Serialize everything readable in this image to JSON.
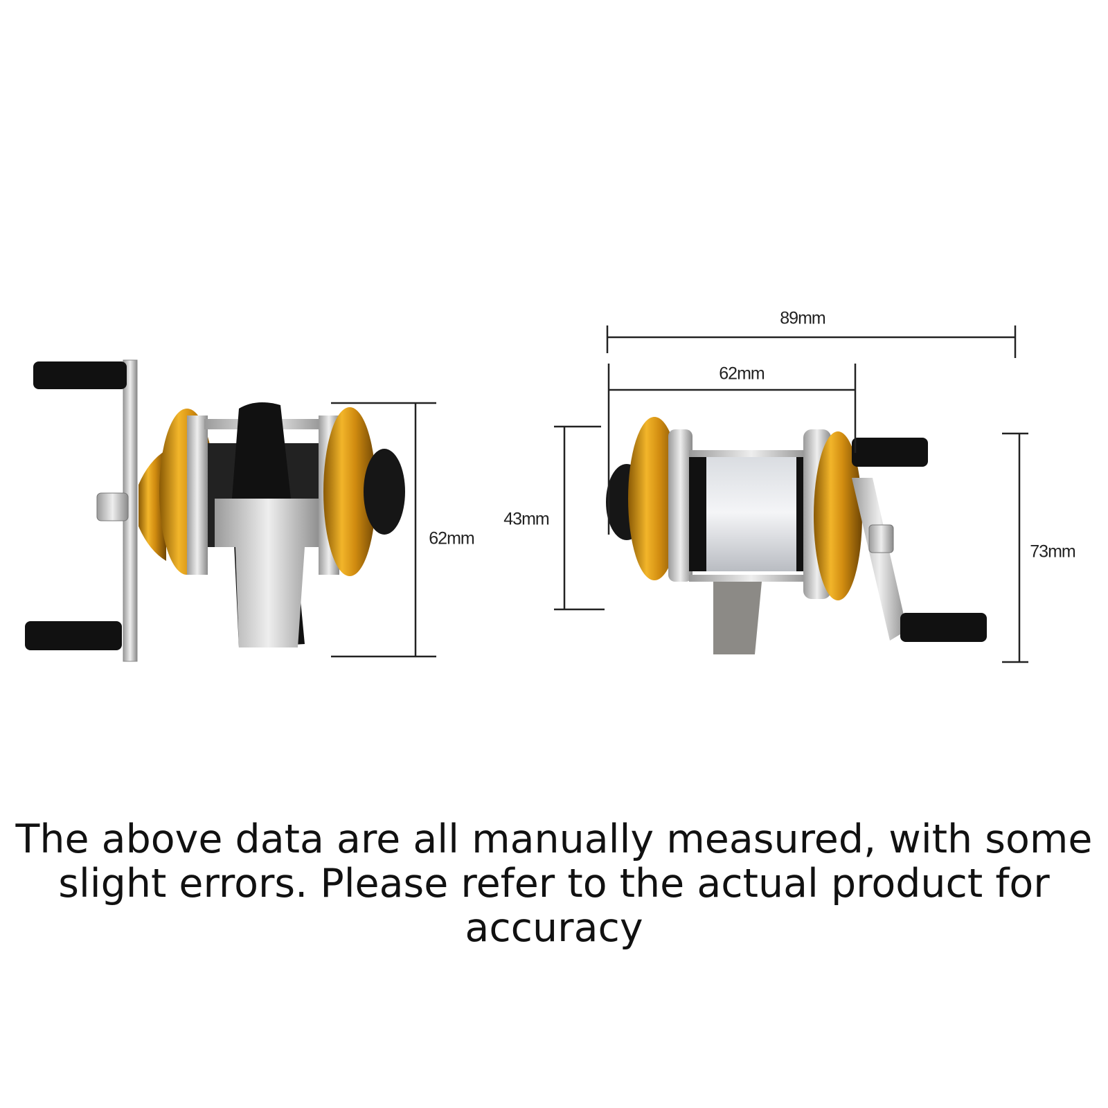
{
  "dimensions": {
    "side_view_height": "62mm",
    "front_total_width": "89mm",
    "front_body_width": "62mm",
    "front_body_height": "43mm",
    "front_total_height": "73mm"
  },
  "caption": {
    "line1": "The above data are all manually measured, with some",
    "line2": "slight errors. Please refer to the actual product for",
    "line3": "accuracy"
  },
  "colors": {
    "gold": "#d99a1c",
    "silver": "#c8c8c8",
    "black": "#111111",
    "line": "#222222"
  }
}
